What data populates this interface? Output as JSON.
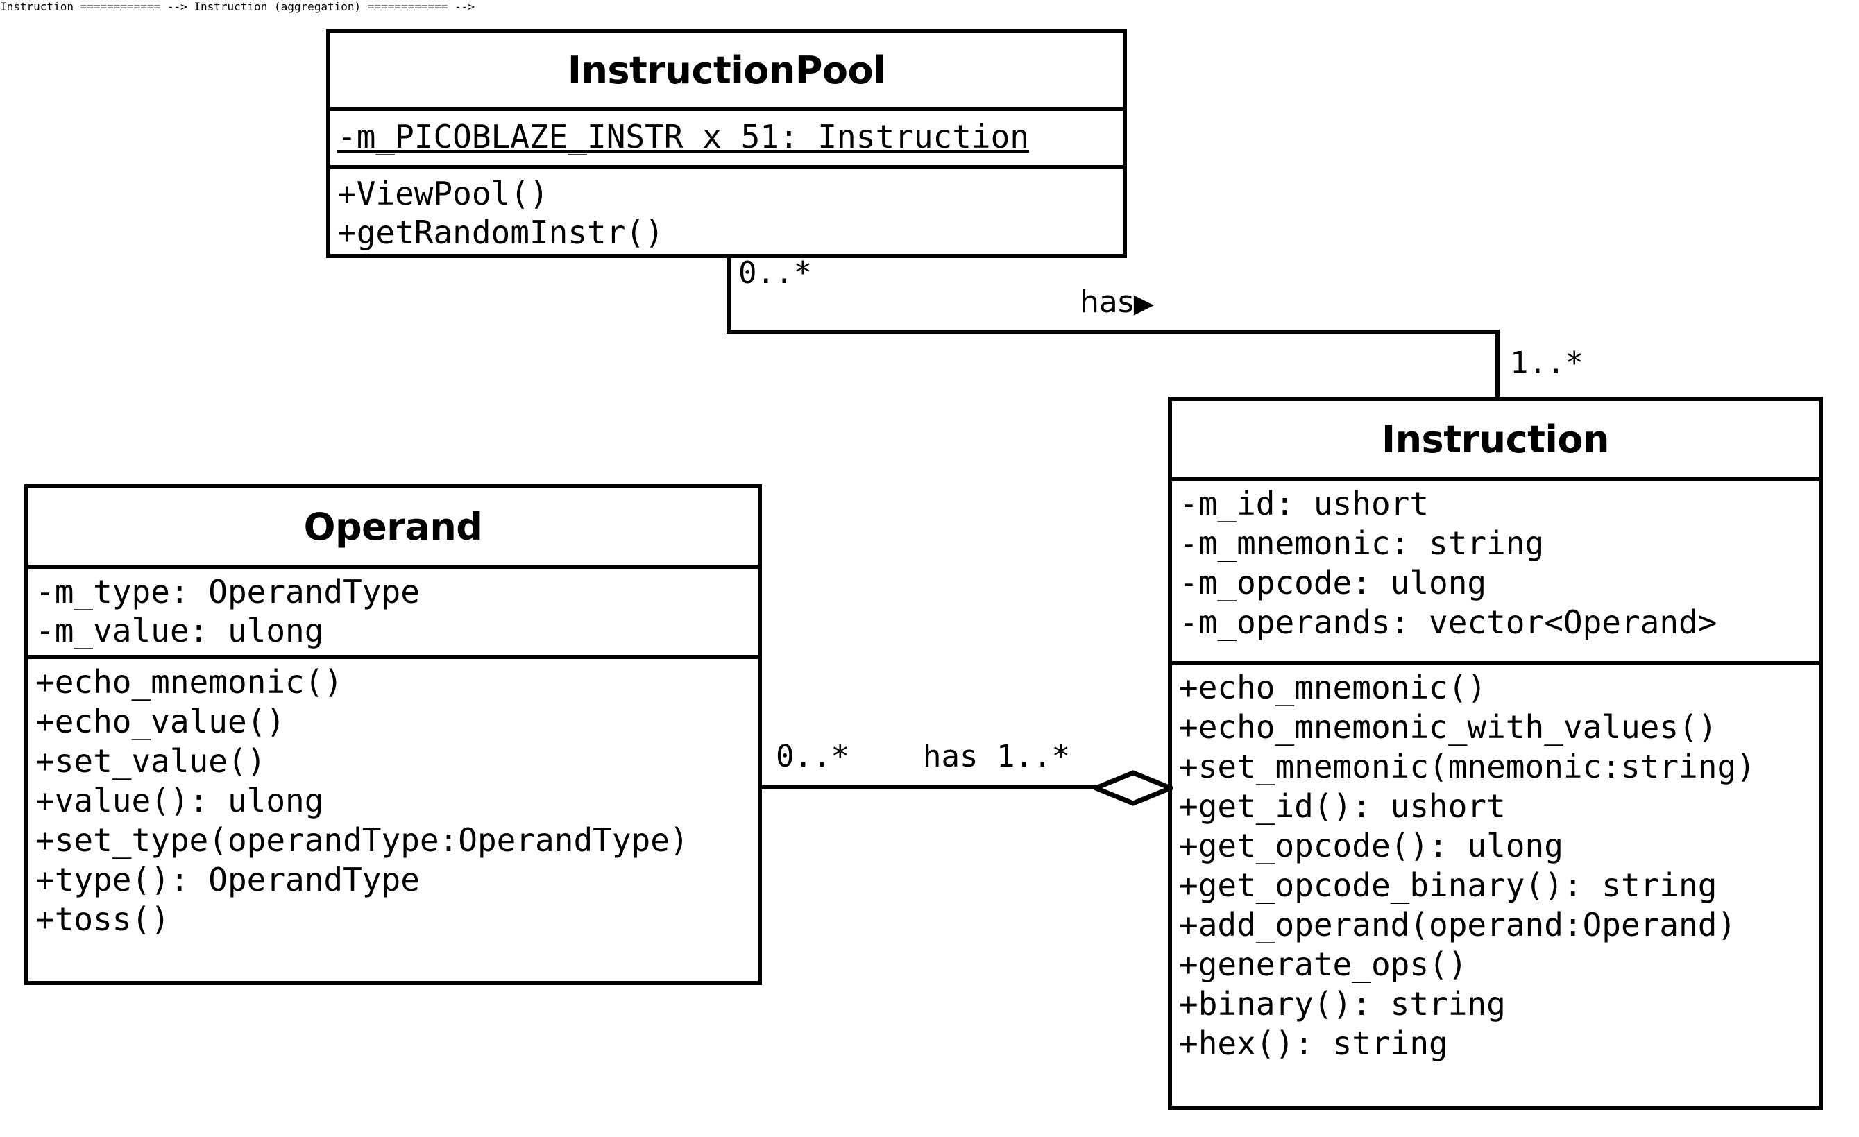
{
  "diagram": {
    "title": "UML Class Diagram",
    "stroke_color": "#000000",
    "background_color": "#ffffff"
  },
  "classes": [
    {
      "id": "instruction-pool",
      "name": "InstructionPool",
      "attributes": [
        {
          "text": "-m_PICOBLAZE_INSTR x 51: Instruction",
          "static": true
        }
      ],
      "methods": [
        {
          "text": "+ViewPool()"
        },
        {
          "text": "+getRandomInstr()"
        }
      ]
    },
    {
      "id": "operand",
      "name": "Operand",
      "attributes": [
        {
          "text": "-m_type: OperandType",
          "static": false
        },
        {
          "text": "-m_value: ulong",
          "static": false
        }
      ],
      "methods": [
        {
          "text": "+echo_mnemonic()"
        },
        {
          "text": "+echo_value()"
        },
        {
          "text": "+set_value()"
        },
        {
          "text": "+value(): ulong"
        },
        {
          "text": "+set_type(operandType:OperandType)"
        },
        {
          "text": "+type(): OperandType"
        },
        {
          "text": "+toss()"
        }
      ]
    },
    {
      "id": "instruction",
      "name": "Instruction",
      "attributes": [
        {
          "text": "-m_id: ushort",
          "static": false
        },
        {
          "text": "-m_mnemonic: string",
          "static": false
        },
        {
          "text": "-m_opcode: ulong",
          "static": false
        },
        {
          "text": "-m_operands: vector<Operand>",
          "static": false
        }
      ],
      "methods": [
        {
          "text": "+echo_mnemonic()"
        },
        {
          "text": "+echo_mnemonic_with_values()"
        },
        {
          "text": "+set_mnemonic(mnemonic:string)"
        },
        {
          "text": "+get_id(): ushort"
        },
        {
          "text": "+get_opcode(): ulong"
        },
        {
          "text": "+get_opcode_binary(): string"
        },
        {
          "text": "+add_operand(operand:Operand)"
        },
        {
          "text": "+generate_ops()"
        },
        {
          "text": "+binary(): string"
        },
        {
          "text": "+hex(): string"
        }
      ]
    }
  ],
  "associations": [
    {
      "id": "pool-has-instruction",
      "source": "InstructionPool",
      "target": "Instruction",
      "source_multiplicity": "0..*",
      "label": "has",
      "label_direction_marker": "▶",
      "target_multiplicity": "1..*",
      "kind": "association"
    },
    {
      "id": "instruction-has-operand",
      "source": "Operand",
      "target": "Instruction",
      "source_multiplicity": "0..*",
      "label": "has",
      "target_multiplicity": "1..*",
      "kind": "aggregation"
    }
  ]
}
